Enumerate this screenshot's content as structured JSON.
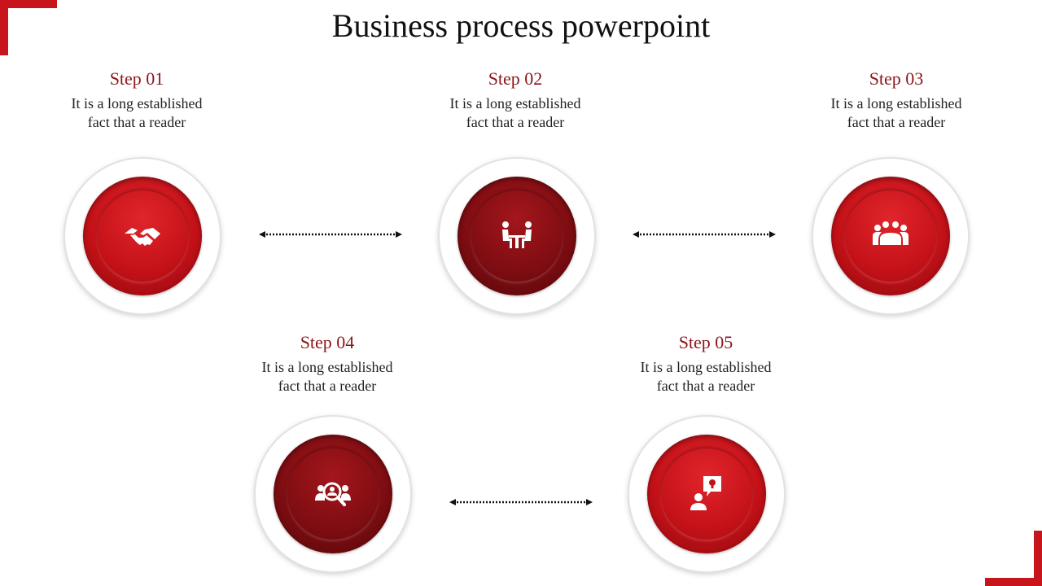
{
  "title": "Business process powerpoint",
  "colors": {
    "accent": "#c8151b",
    "step_title": "#8b1519",
    "circle_bright": "#c41118",
    "circle_dark": "#7e0d12"
  },
  "steps": [
    {
      "title": "Step 01",
      "description": "It is a long established\nfact that  a reader",
      "icon": "handshake-icon"
    },
    {
      "title": "Step 02",
      "description": "It is a long established\nfact that  a reader",
      "icon": "meeting-table-icon"
    },
    {
      "title": "Step 03",
      "description": "It is a long established\nfact that  a reader",
      "icon": "team-group-icon"
    },
    {
      "title": "Step 04",
      "description": "It is a long established\nfact that  a reader",
      "icon": "search-people-icon"
    },
    {
      "title": "Step 05",
      "description": "It is a long established\nfact that  a reader",
      "icon": "person-idea-icon"
    }
  ]
}
